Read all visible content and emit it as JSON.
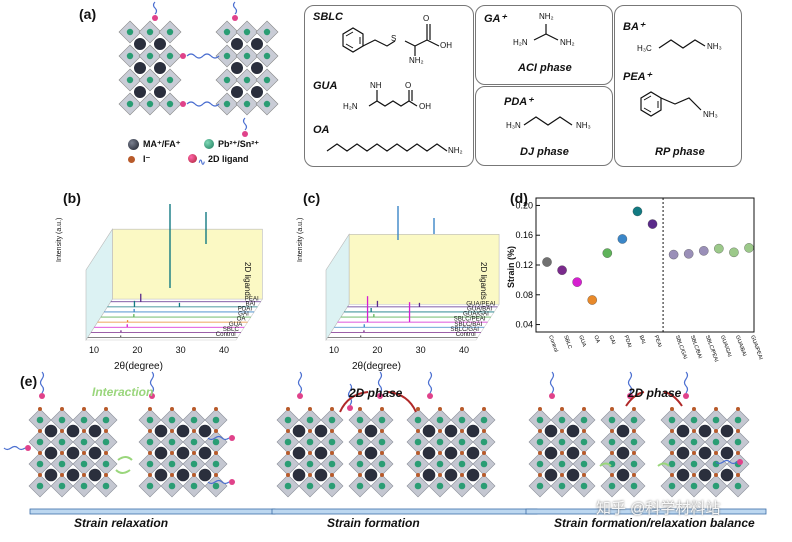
{
  "panels": {
    "a": "(a)",
    "b": "(b)",
    "c": "(c)",
    "d": "(d)",
    "e": "(e)"
  },
  "legend_a": {
    "cation": "MA⁺/FA⁺",
    "metal": "Pb²⁺/Sn²⁺",
    "halide": "I⁻",
    "ligand": "2D ligand"
  },
  "molecules": {
    "sblc": "SBLC",
    "gua": "GUA",
    "oa": "OA",
    "ga": "GA⁺",
    "pda": "PDA⁺",
    "ba": "BA⁺",
    "pea": "PEA⁺",
    "oh": "OH",
    "nh2": "NH₂",
    "nh": "NH",
    "h2n": "H₂N",
    "s": "S",
    "h3c": "H₃C",
    "nh3": "NH₃",
    "h3n": "H₃N",
    "o": "O"
  },
  "phases": {
    "aci": "ACI phase",
    "dj": "DJ phase",
    "rp": "RP phase"
  },
  "xrd_b": {
    "labels": [
      "PEAI",
      "BAI",
      "PDAI",
      "GAI",
      "OA",
      "GUA",
      "SBLC",
      "Control"
    ],
    "ylabel": "Intensity (a.u.)",
    "zlabel": "2D ligand",
    "xlabel": "2θ(degree)",
    "xticks": [
      "10",
      "20",
      "30",
      "40"
    ]
  },
  "xrd_c": {
    "labels": [
      "GUA/PEAI",
      "GUA/BAI",
      "GUA/GAI",
      "SBLC/PEAI",
      "SBLC/BAI",
      "SBLC/GAI",
      "Control"
    ],
    "ylabel": "Intensity (a.u.)",
    "zlabel": "2D ligands",
    "xlabel": "2θ(degree)",
    "xticks": [
      "10",
      "20",
      "30",
      "40"
    ]
  },
  "chart_data": {
    "type": "scatter",
    "title": "",
    "xlabel": "",
    "ylabel": "Strain (%)",
    "ylim": [
      0.03,
      0.21
    ],
    "yticks": [
      "0.04",
      "0.08",
      "0.12",
      "0.16",
      "0.20"
    ],
    "categories": [
      "Control",
      "SBLC",
      "GUA",
      "OA",
      "GAI",
      "PDAI",
      "BAI",
      "PEAI",
      "SBLC/GAI",
      "SBLC/BAI",
      "SBLC/PEAI",
      "GUA/GAI",
      "GUA/BAI",
      "GUA/PEAI"
    ],
    "values": [
      0.124,
      0.113,
      0.097,
      0.073,
      0.136,
      0.155,
      0.192,
      0.175,
      0.134,
      0.135,
      0.139,
      0.142,
      0.137,
      0.143
    ],
    "colors": [
      "#707070",
      "#7a2a8c",
      "#d61fd0",
      "#e8892a",
      "#5fb35a",
      "#3a86c8",
      "#127a82",
      "#5a2a8a",
      "#9a8fb8",
      "#9a8fb8",
      "#9a8fb8",
      "#9cc98a",
      "#9cc98a",
      "#9cc98a"
    ],
    "divider_after": "PEAI"
  },
  "panel_e": {
    "interaction": "Interaction",
    "phase2d_1": "2D phase",
    "phase2d_2": "2D phase",
    "cap1": "Strain relaxation",
    "cap2": "Strain formation",
    "cap3": "Strain formation/relaxation balance",
    "watermark": "知乎 @科学材料站"
  }
}
